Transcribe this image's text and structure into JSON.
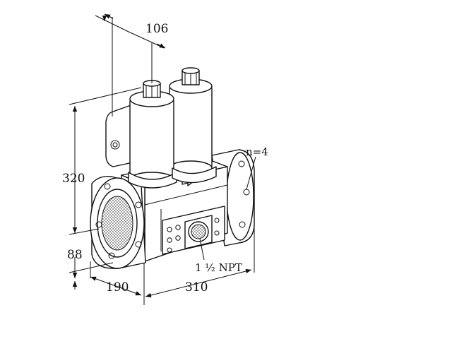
{
  "dimensions": {
    "top_width": "106",
    "height": "320",
    "base_height": "88",
    "depth": "190",
    "length": "310"
  },
  "annotations": {
    "bolt_count": "n=4",
    "port_size": "1 ½ NPT"
  }
}
